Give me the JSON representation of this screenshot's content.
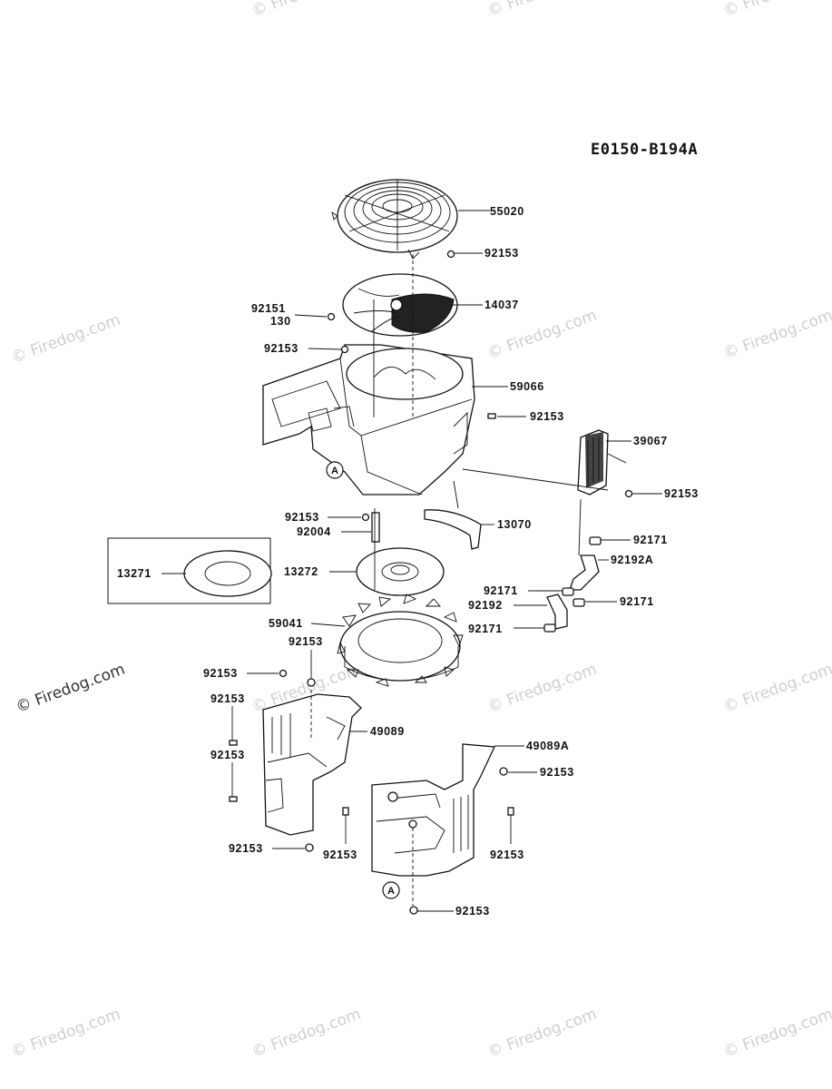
{
  "diagram": {
    "code": "E0150-B194A",
    "brand_color": "#111111",
    "labels": {
      "p55020": "55020",
      "p92153_a": "92153",
      "p92151": "92151",
      "p130": "130",
      "p14037": "14037",
      "p92153_b": "92153",
      "p59066": "59066",
      "p92153_c": "92153",
      "p39067": "39067",
      "p92153_d": "92153",
      "pA_top": "A",
      "p92153_e": "92153",
      "p92004": "92004",
      "p13070": "13070",
      "p92171_a": "92171",
      "p92192A": "92192A",
      "p13271": "13271",
      "p13272": "13272",
      "p92171_b": "92171",
      "p92192": "92192",
      "p92171_c": "92171",
      "p92171_d": "92171",
      "p59041": "59041",
      "p92153_f": "92153",
      "p92153_g": "92153",
      "p92153_h": "92153",
      "p49089": "49089",
      "p92153_i": "92153",
      "p49089A": "49089A",
      "p92153_j": "92153",
      "p92153_k": "92153",
      "p92153_l": "92153",
      "p92153_m": "92153",
      "pA_bottom": "A",
      "p92153_n": "92153"
    }
  },
  "watermarks": {
    "text": "© Firedog.com",
    "main": "© Firedog.com"
  }
}
